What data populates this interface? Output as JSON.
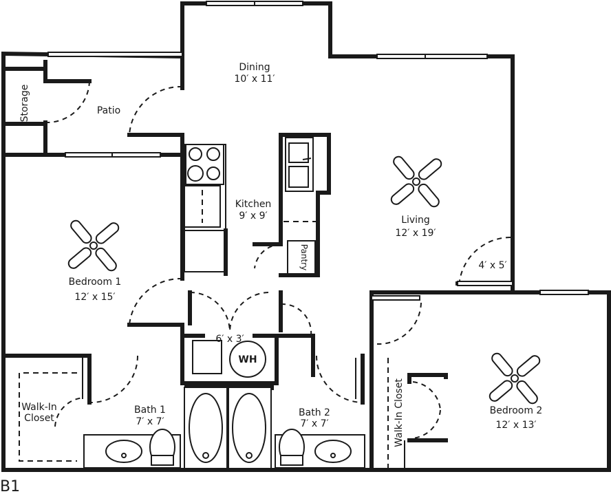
{
  "plan_code": "B1",
  "rooms": {
    "storage": {
      "name": "Storage"
    },
    "patio": {
      "name": "Patio"
    },
    "dining": {
      "name": "Dining",
      "size": "10′ x 11′"
    },
    "kitchen": {
      "name": "Kitchen",
      "size": "9′ x 9′"
    },
    "living": {
      "name": "Living",
      "size": "12′ x 19′"
    },
    "pantry": {
      "name": "Pantry"
    },
    "foyer": {
      "size": "4′ x 5′"
    },
    "bedroom1": {
      "name": "Bedroom 1",
      "size": "12′ x 15′"
    },
    "utility": {
      "size": "6′ x 3′"
    },
    "water_heater": {
      "name": "WH"
    },
    "walkin1": {
      "line1": "Walk-In",
      "line2": "Closet"
    },
    "bath1": {
      "name": "Bath 1",
      "size": "7′ x 7′"
    },
    "bath2": {
      "name": "Bath 2",
      "size": "7′ x 7′"
    },
    "walkin2": {
      "name": "Walk-In Closet"
    },
    "bedroom2": {
      "name": "Bedroom 2",
      "size": "12′ x 13′"
    }
  }
}
